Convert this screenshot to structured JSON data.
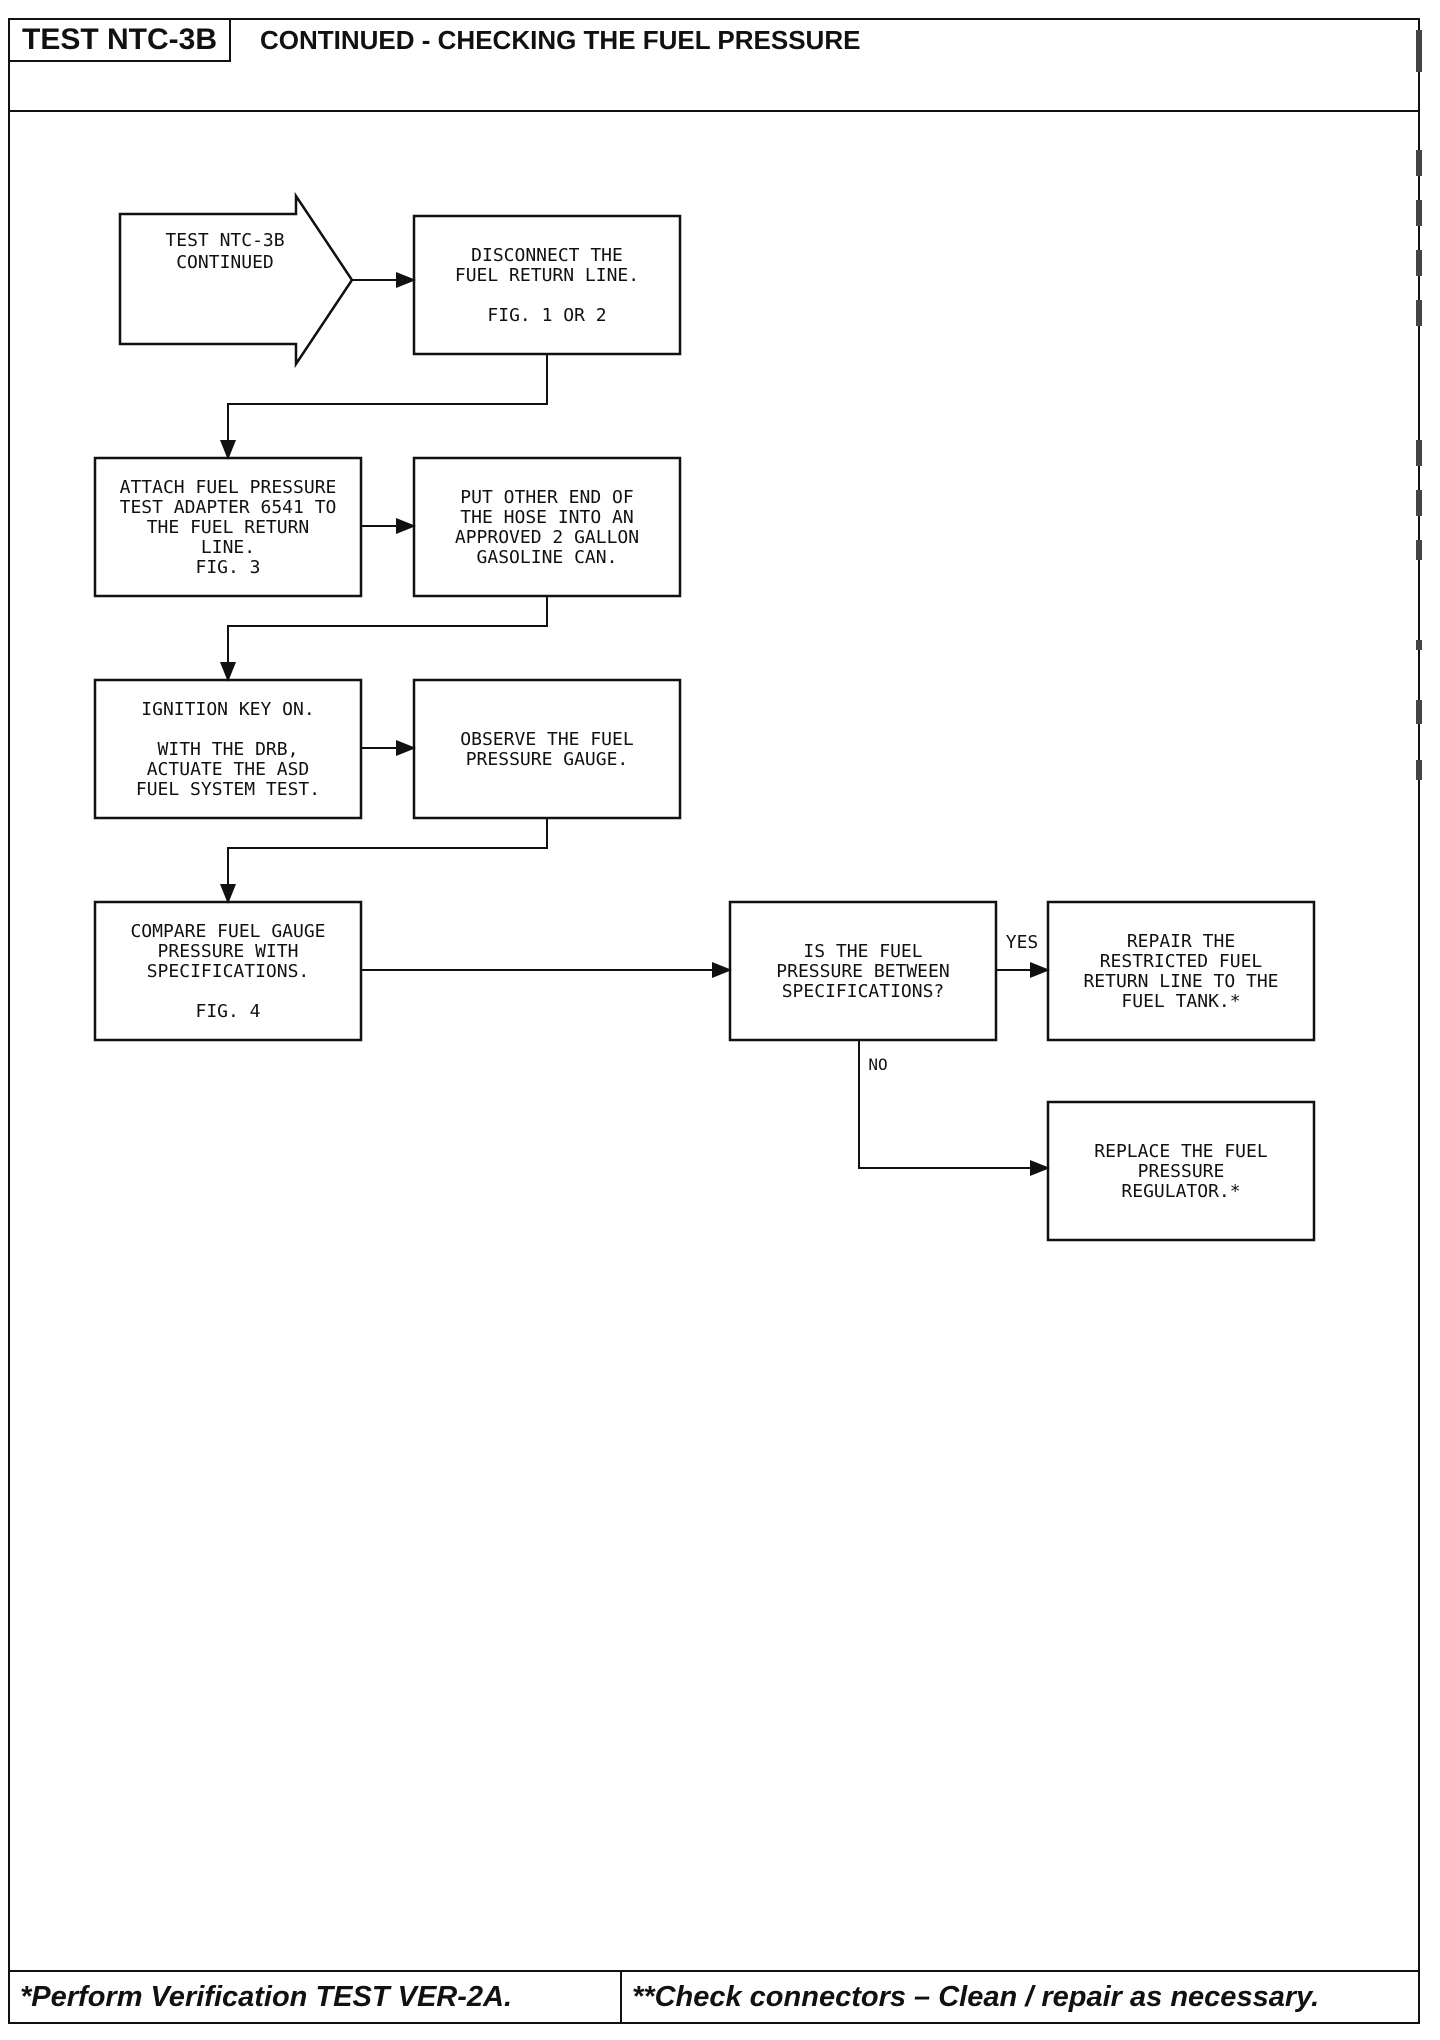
{
  "header": {
    "test_id": "TEST NTC-3B",
    "title": "CONTINUED - CHECKING THE FUEL PRESSURE"
  },
  "flowchart": {
    "start": [
      "TEST NTC-3B",
      "CONTINUED"
    ],
    "step1": [
      "DISCONNECT THE",
      "FUEL RETURN LINE.",
      "",
      "FIG. 1 OR 2"
    ],
    "step2": [
      "ATTACH FUEL PRESSURE",
      "TEST ADAPTER 6541 TO",
      "THE FUEL RETURN",
      "LINE.",
      "FIG. 3"
    ],
    "step3": [
      "PUT OTHER END OF",
      "THE HOSE INTO AN",
      "APPROVED 2 GALLON",
      "GASOLINE CAN."
    ],
    "step4": [
      "IGNITION KEY ON.",
      "",
      "WITH THE DRB,",
      "ACTUATE THE ASD",
      "FUEL SYSTEM TEST."
    ],
    "step5": [
      "OBSERVE THE FUEL",
      "PRESSURE GAUGE."
    ],
    "step6": [
      "COMPARE FUEL GAUGE",
      "PRESSURE WITH",
      "SPECIFICATIONS.",
      "",
      "FIG. 4"
    ],
    "decision": [
      "IS THE FUEL",
      "PRESSURE BETWEEN",
      "SPECIFICATIONS?"
    ],
    "yes_label": "YES",
    "no_label": "NO",
    "yes_action": [
      "REPAIR THE",
      "RESTRICTED FUEL",
      "RETURN LINE TO THE",
      "FUEL TANK.*"
    ],
    "no_action": [
      "REPLACE THE FUEL",
      "PRESSURE",
      "REGULATOR.*"
    ]
  },
  "footer": {
    "note_left": "*Perform Verification TEST VER-2A.",
    "note_right": "**Check connectors – Clean / repair as necessary."
  }
}
